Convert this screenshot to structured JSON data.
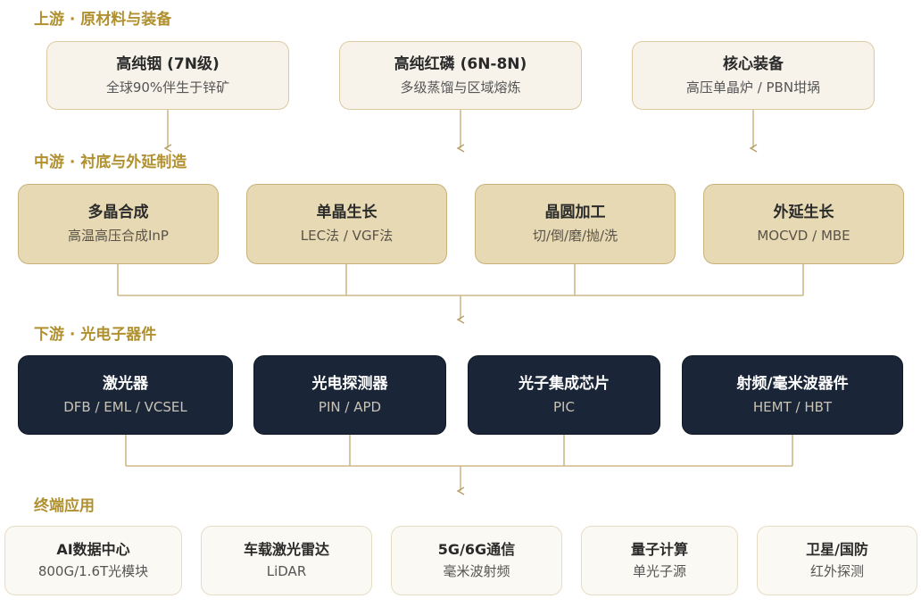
{
  "sections": {
    "upstream": "上游 · 原材料与装备",
    "midstream": "中游 · 衬底与外延制造",
    "downstream": "下游 · 光电子器件",
    "applications": "终端应用"
  },
  "upstream_boxes": [
    {
      "title": "高纯铟 (7N级)",
      "subtitle": "全球90%伴生于锌矿"
    },
    {
      "title": "高纯红磷 (6N-8N)",
      "subtitle": "多级蒸馏与区域熔炼"
    },
    {
      "title": "核心装备",
      "subtitle": "高压单晶炉 / PBN坩埚"
    }
  ],
  "midstream_boxes": [
    {
      "title": "多晶合成",
      "subtitle": "高温高压合成InP"
    },
    {
      "title": "单晶生长",
      "subtitle": "LEC法 / VGF法"
    },
    {
      "title": "晶圆加工",
      "subtitle": "切/倒/磨/抛/洗"
    },
    {
      "title": "外延生长",
      "subtitle": "MOCVD / MBE"
    }
  ],
  "downstream_boxes": [
    {
      "title": "激光器",
      "subtitle": "DFB / EML / VCSEL"
    },
    {
      "title": "光电探测器",
      "subtitle": "PIN / APD"
    },
    {
      "title": "光子集成芯片",
      "subtitle": "PIC"
    },
    {
      "title": "射频/毫米波器件",
      "subtitle": "HEMT / HBT"
    }
  ],
  "application_boxes": [
    {
      "title": "AI数据中心",
      "subtitle": "800G/1.6T光模块"
    },
    {
      "title": "车载激光雷达",
      "subtitle": "LiDAR"
    },
    {
      "title": "5G/6G通信",
      "subtitle": "毫米波射频"
    },
    {
      "title": "量子计算",
      "subtitle": "单光子源"
    },
    {
      "title": "卫星/国防",
      "subtitle": "红外探测"
    }
  ],
  "colors": {
    "accent": "#b0902f",
    "line": "#cdb98a",
    "upstream_fill": "#f7f3ea",
    "midstream_fill": "#e6d9b4",
    "downstream_fill": "#1a2638",
    "application_fill": "#fbf9f3"
  }
}
